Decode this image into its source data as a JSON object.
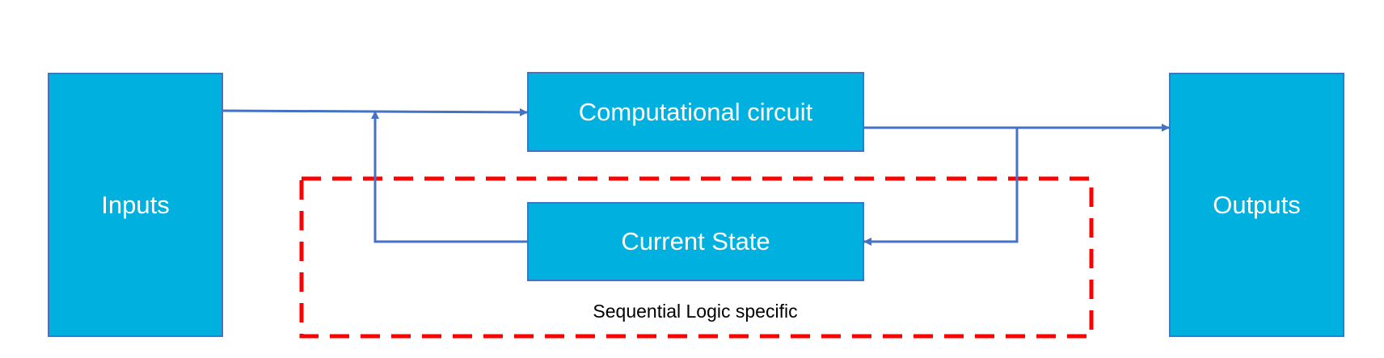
{
  "diagram": {
    "inputs_label": "Inputs",
    "computational_label": "Computational circuit",
    "current_state_label": "Current State",
    "outputs_label": "Outputs",
    "region_label": "Sequential Logic specific"
  },
  "colors": {
    "box_fill": "#00b0de",
    "box_border": "#4472c4",
    "arrow": "#4472c4",
    "dashed_region": "#ff0000",
    "box_text": "#ffffff"
  }
}
